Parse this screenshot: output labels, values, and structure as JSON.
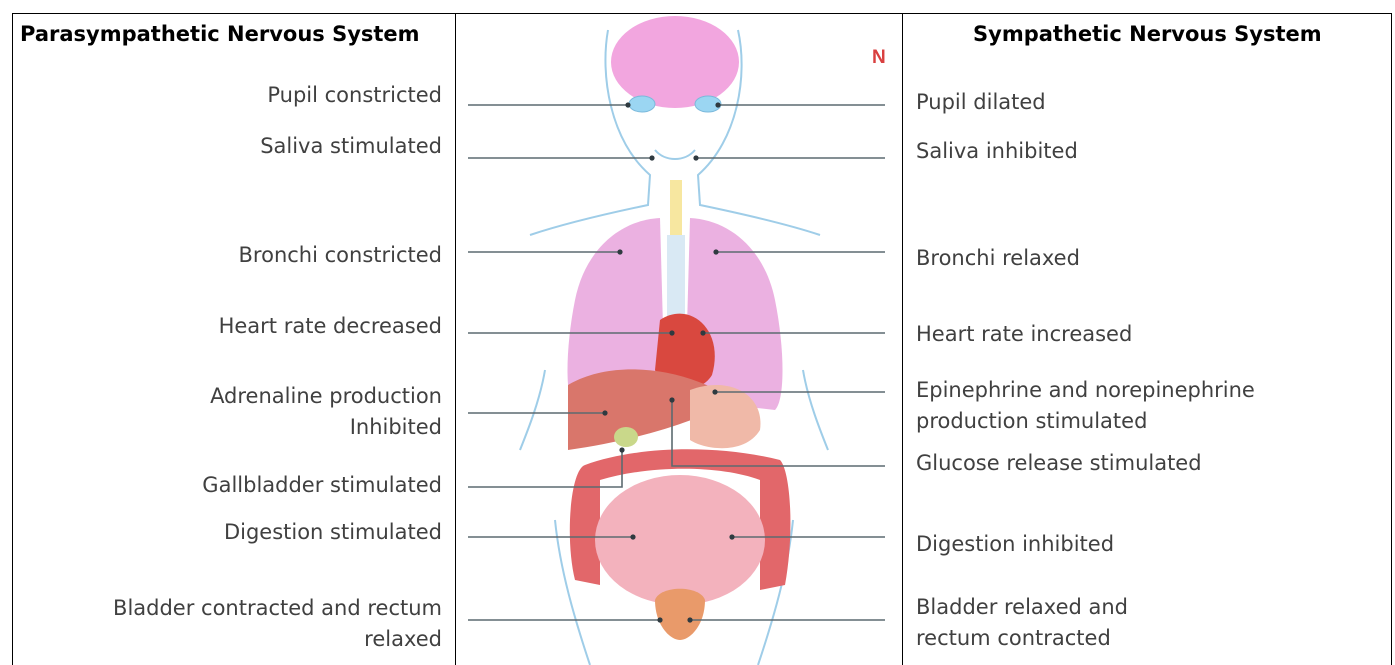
{
  "headers": {
    "left": "Parasympathetic Nervous System",
    "right": "Sympathetic Nervous System"
  },
  "watermark": "N",
  "left_labels": [
    "Pupil constricted",
    "Saliva stimulated",
    "Bronchi constricted",
    "Heart rate decreased",
    "Adrenaline production\nInhibited",
    "Gallbladder stimulated",
    "Digestion stimulated",
    "Bladder contracted and rectum\nrelaxed"
  ],
  "right_labels": [
    "Pupil dilated",
    "Saliva inhibited",
    "Bronchi relaxed",
    "Heart rate increased",
    "Epinephrine and norepinephrine\nproduction stimulated",
    "Glucose release stimulated",
    "Digestion inhibited",
    "Bladder relaxed and\nrectum contracted"
  ],
  "colors": {
    "brain": "#f2a6df",
    "lungs": "#e8a3dc",
    "heart": "#d9483f",
    "liver": "#d9766b",
    "intestine": "#f3b2bd",
    "colon": "#e2676a",
    "bladder": "#e99a6a",
    "outline": "#9fcde8"
  }
}
